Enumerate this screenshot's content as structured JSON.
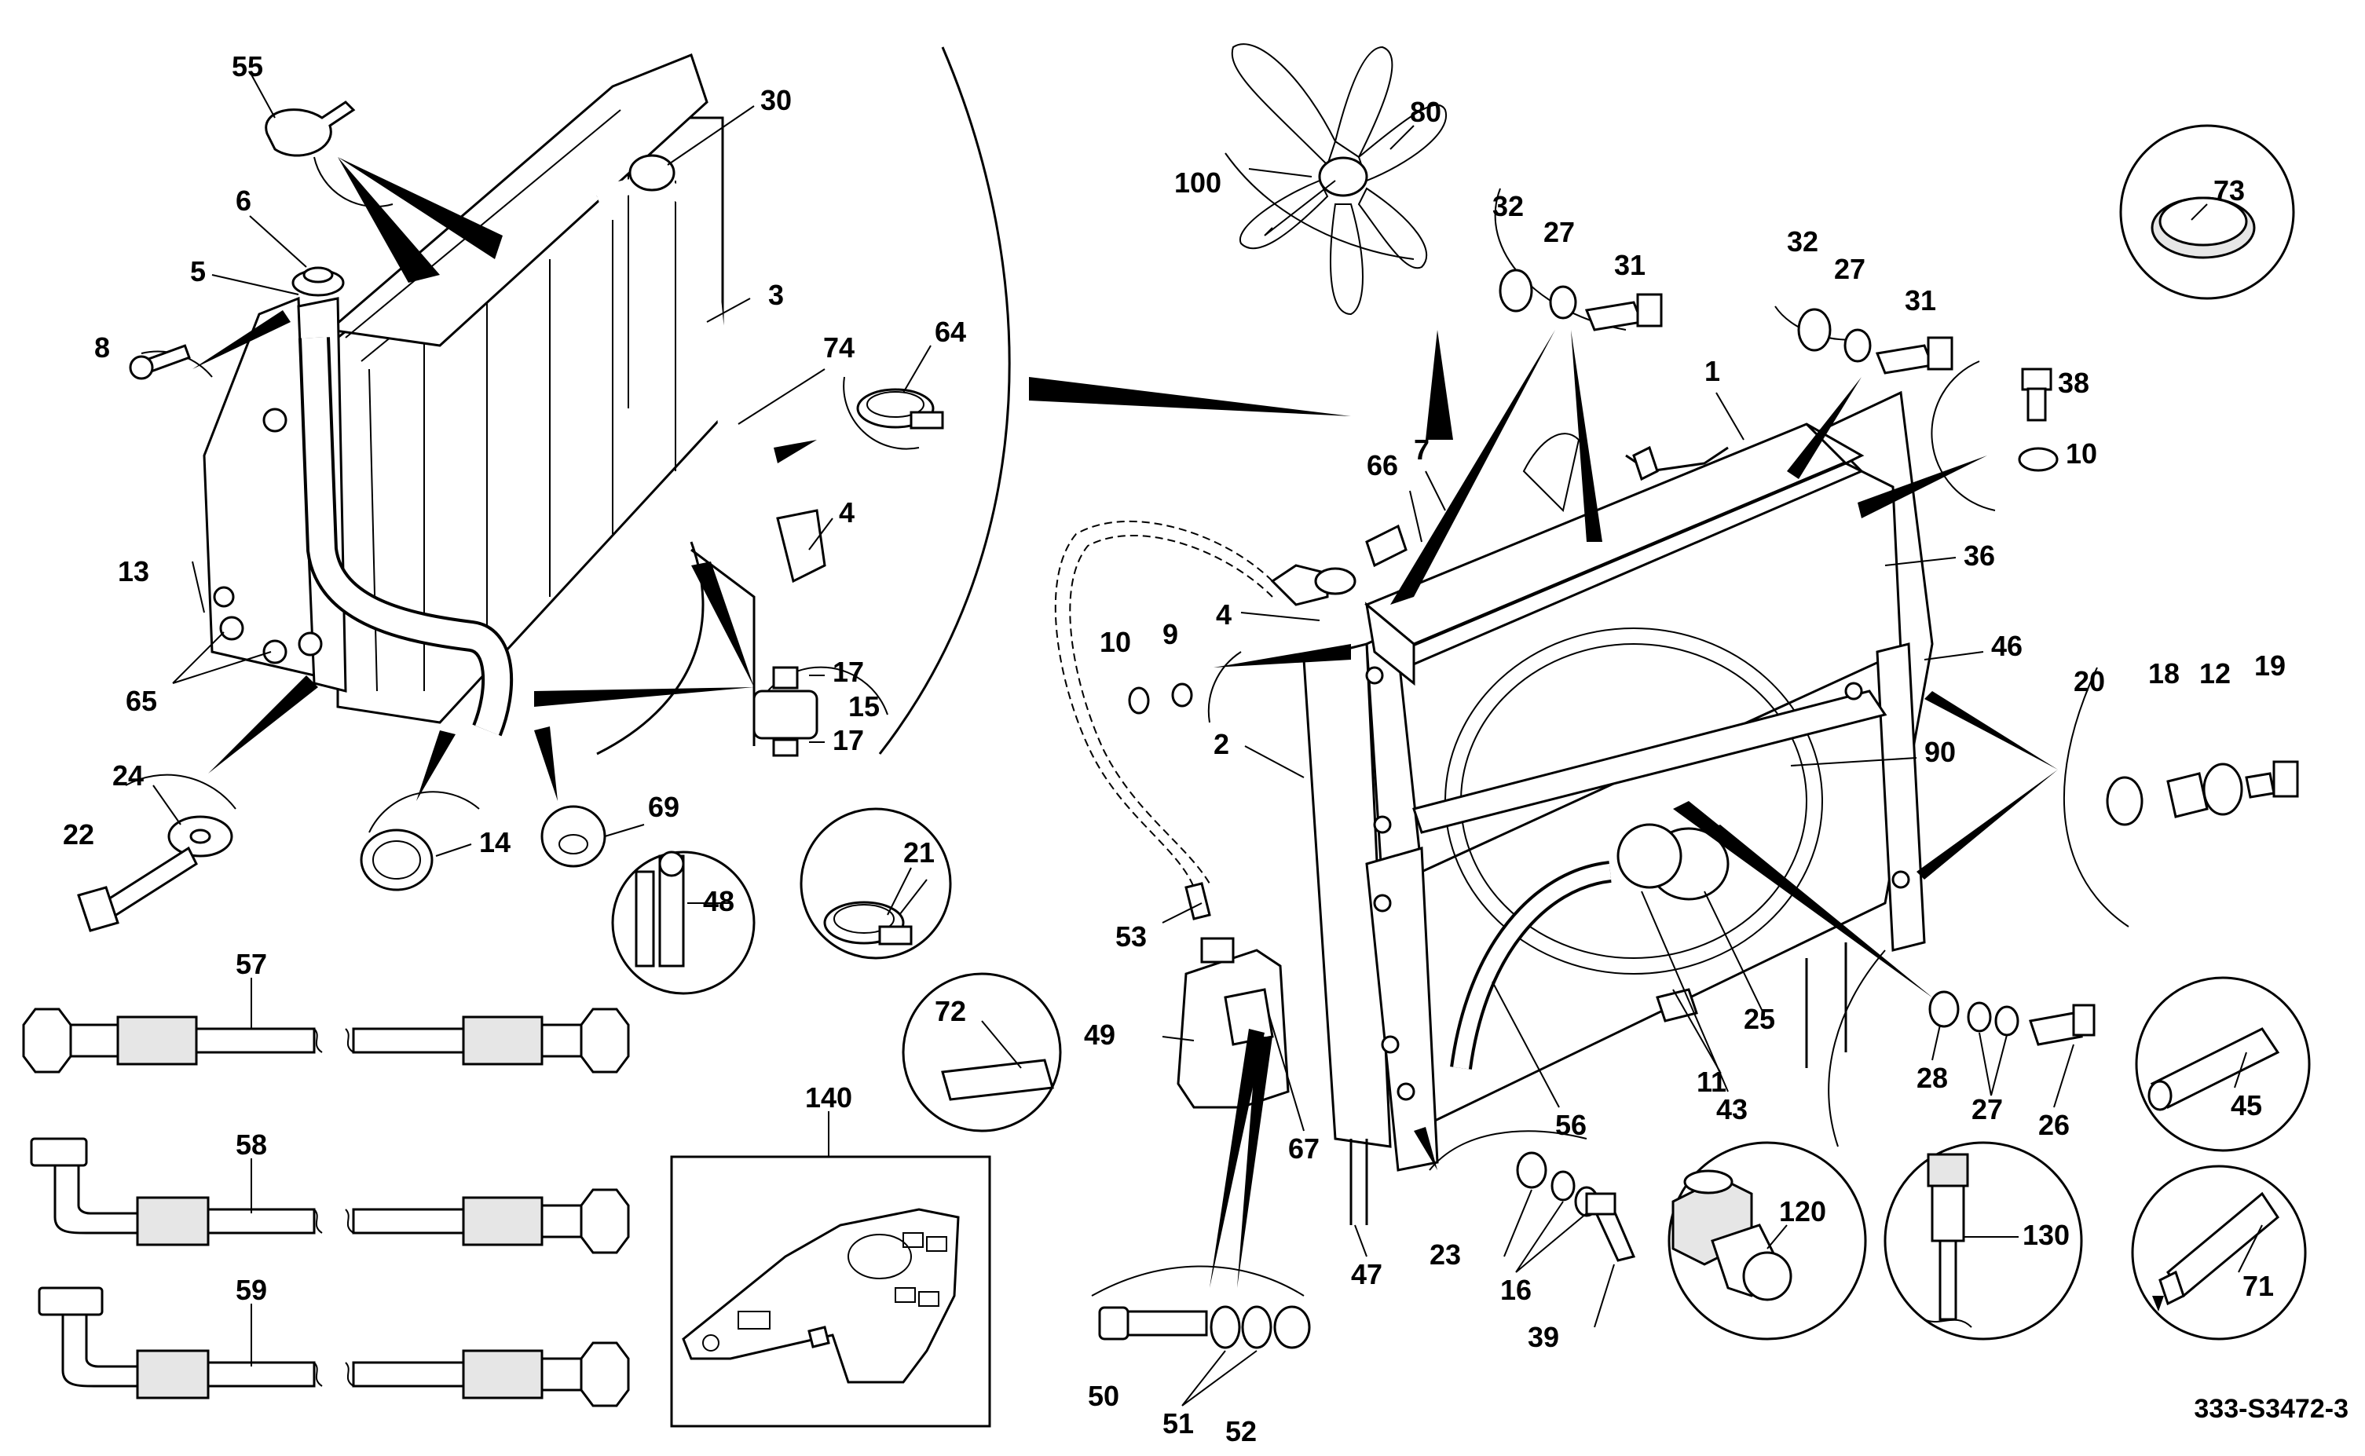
{
  "drawing_number": "333-S3472-3",
  "callouts": [
    {
      "id": "55",
      "text": "55"
    },
    {
      "id": "30",
      "text": "30"
    },
    {
      "id": "6",
      "text": "6"
    },
    {
      "id": "5",
      "text": "5"
    },
    {
      "id": "8",
      "text": "8"
    },
    {
      "id": "3",
      "text": "3"
    },
    {
      "id": "74",
      "text": "74"
    },
    {
      "id": "64",
      "text": "64"
    },
    {
      "id": "4a",
      "text": "4"
    },
    {
      "id": "13",
      "text": "13"
    },
    {
      "id": "65",
      "text": "65"
    },
    {
      "id": "17a",
      "text": "17"
    },
    {
      "id": "15",
      "text": "15"
    },
    {
      "id": "17b",
      "text": "17"
    },
    {
      "id": "24",
      "text": "24"
    },
    {
      "id": "22",
      "text": "22"
    },
    {
      "id": "14",
      "text": "14"
    },
    {
      "id": "69",
      "text": "69"
    },
    {
      "id": "48",
      "text": "48"
    },
    {
      "id": "21",
      "text": "21"
    },
    {
      "id": "57",
      "text": "57"
    },
    {
      "id": "58",
      "text": "58"
    },
    {
      "id": "59",
      "text": "59"
    },
    {
      "id": "140",
      "text": "140"
    },
    {
      "id": "72",
      "text": "72"
    },
    {
      "id": "53",
      "text": "53"
    },
    {
      "id": "49",
      "text": "49"
    },
    {
      "id": "67",
      "text": "67"
    },
    {
      "id": "50",
      "text": "50"
    },
    {
      "id": "51a",
      "text": "51"
    },
    {
      "id": "52",
      "text": "52"
    },
    {
      "id": "100",
      "text": "100"
    },
    {
      "id": "80",
      "text": "80"
    },
    {
      "id": "32a",
      "text": "32"
    },
    {
      "id": "27a",
      "text": "27"
    },
    {
      "id": "31a",
      "text": "31"
    },
    {
      "id": "32b",
      "text": "32"
    },
    {
      "id": "27b",
      "text": "27"
    },
    {
      "id": "31b",
      "text": "31"
    },
    {
      "id": "73",
      "text": "73"
    },
    {
      "id": "1",
      "text": "1"
    },
    {
      "id": "38",
      "text": "38"
    },
    {
      "id": "10a",
      "text": "10"
    },
    {
      "id": "66",
      "text": "66"
    },
    {
      "id": "7",
      "text": "7"
    },
    {
      "id": "36",
      "text": "36"
    },
    {
      "id": "4b",
      "text": "4"
    },
    {
      "id": "10b",
      "text": "10"
    },
    {
      "id": "9",
      "text": "9"
    },
    {
      "id": "46",
      "text": "46"
    },
    {
      "id": "2",
      "text": "2"
    },
    {
      "id": "90",
      "text": "90"
    },
    {
      "id": "20",
      "text": "20"
    },
    {
      "id": "18",
      "text": "18"
    },
    {
      "id": "12",
      "text": "12"
    },
    {
      "id": "19",
      "text": "19"
    },
    {
      "id": "25",
      "text": "25"
    },
    {
      "id": "11",
      "text": "11"
    },
    {
      "id": "43",
      "text": "43"
    },
    {
      "id": "56",
      "text": "56"
    },
    {
      "id": "28",
      "text": "28"
    },
    {
      "id": "27c",
      "text": "27"
    },
    {
      "id": "26",
      "text": "26"
    },
    {
      "id": "45",
      "text": "45"
    },
    {
      "id": "47",
      "text": "47"
    },
    {
      "id": "23",
      "text": "23"
    },
    {
      "id": "16",
      "text": "16"
    },
    {
      "id": "39",
      "text": "39"
    },
    {
      "id": "120",
      "text": "120"
    },
    {
      "id": "130",
      "text": "130"
    },
    {
      "id": "71",
      "text": "71"
    }
  ]
}
